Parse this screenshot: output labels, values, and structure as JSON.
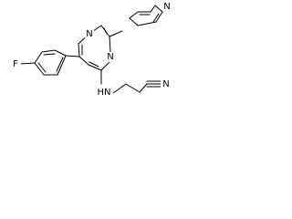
{
  "molecule": {
    "atoms": {
      "fluorine": "F",
      "pyrimidine_n_top": "N",
      "pyrimidine_n_right": "N",
      "pyridine_n": "N",
      "amine": "HN",
      "nitrile_n": "N"
    }
  }
}
